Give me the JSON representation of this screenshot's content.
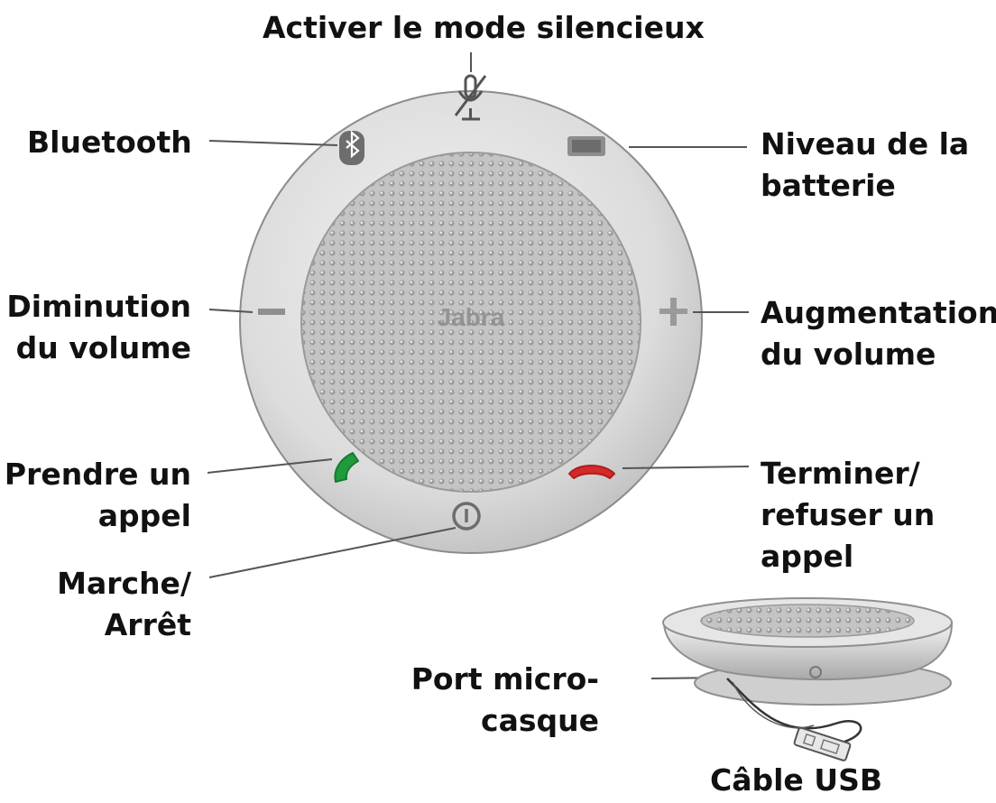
{
  "brand": "Jabra",
  "labels": {
    "mute": [
      "Activer le mode silencieux"
    ],
    "bluetooth": [
      "Bluetooth"
    ],
    "battery": [
      "Niveau de la",
      "batterie"
    ],
    "vol_down": [
      "Diminution",
      "du volume"
    ],
    "vol_up": [
      "Augmentation",
      "du volume"
    ],
    "answer": [
      "Prendre un",
      "appel"
    ],
    "end": [
      "Terminer/",
      "refuser un",
      "appel"
    ],
    "power": [
      "Marche/",
      "Arrêt"
    ],
    "headset_port": [
      "Port micro-",
      "casque"
    ],
    "usb": [
      "Câble USB"
    ]
  },
  "colors": {
    "answer": "#1f9a3c",
    "end": "#d42a2a",
    "body": "#d9d9d9",
    "grille": "#b8b8b8"
  }
}
